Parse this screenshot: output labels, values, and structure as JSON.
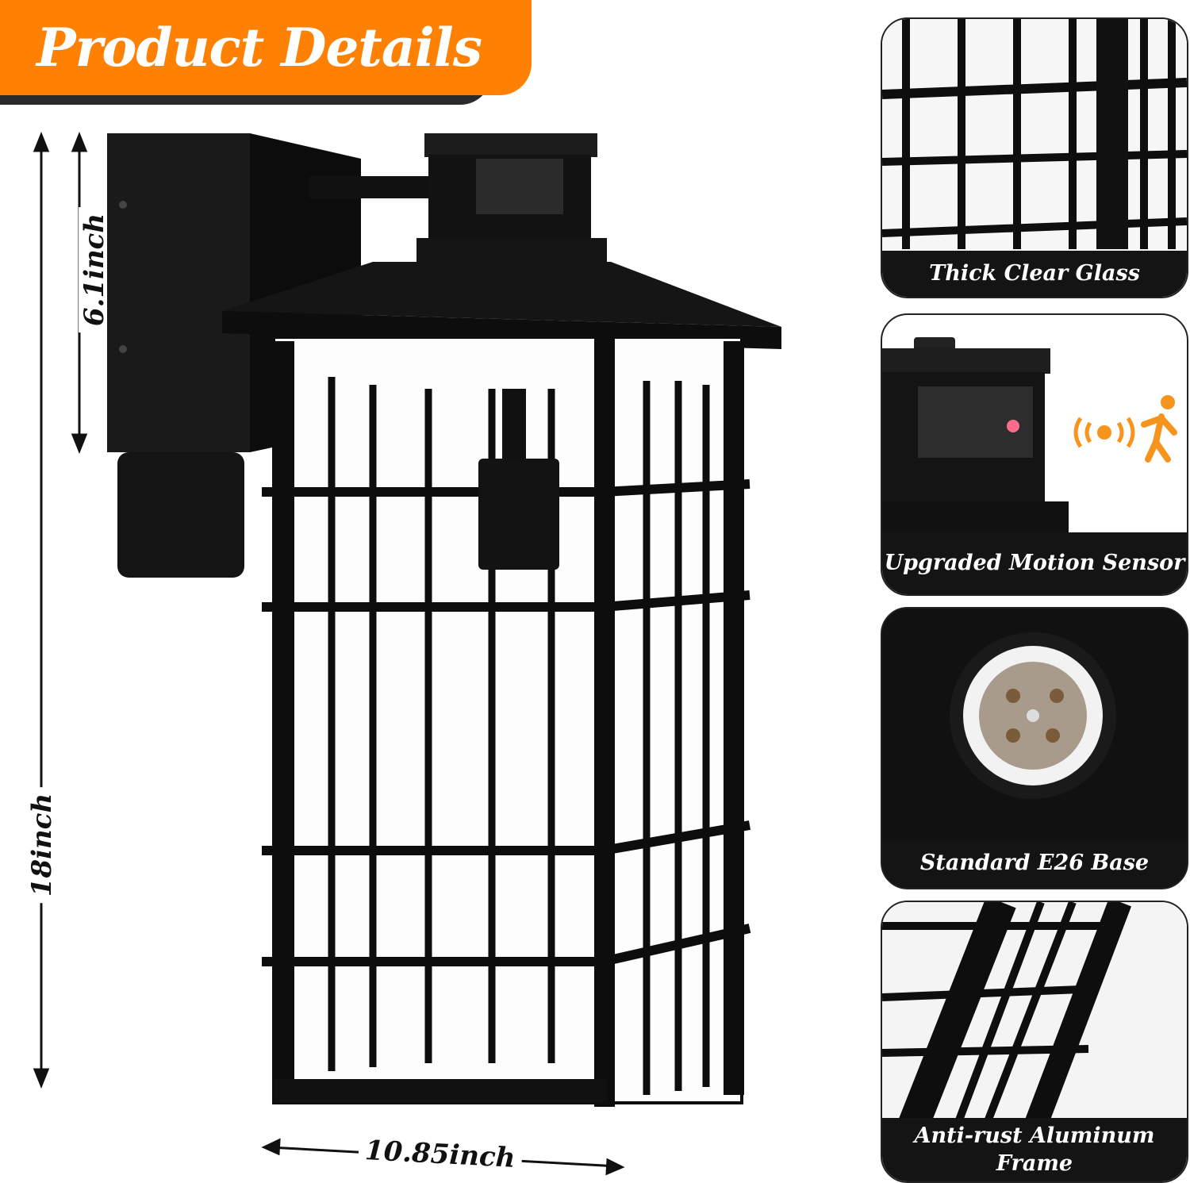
{
  "header": {
    "title": "Product Details"
  },
  "dimensions": {
    "total_height": "18inch",
    "fixture_height": "6.1inch",
    "width": "10.85inch"
  },
  "panels": [
    {
      "caption": "Thick Clear Glass"
    },
    {
      "caption": "Upgraded Motion Sensor"
    },
    {
      "caption": "Standard E26 Base"
    },
    {
      "caption": "Anti-rust Aluminum Frame"
    }
  ],
  "colors": {
    "accent": "#fe8103",
    "frame": "#111111",
    "caption_bg": "#141414"
  }
}
